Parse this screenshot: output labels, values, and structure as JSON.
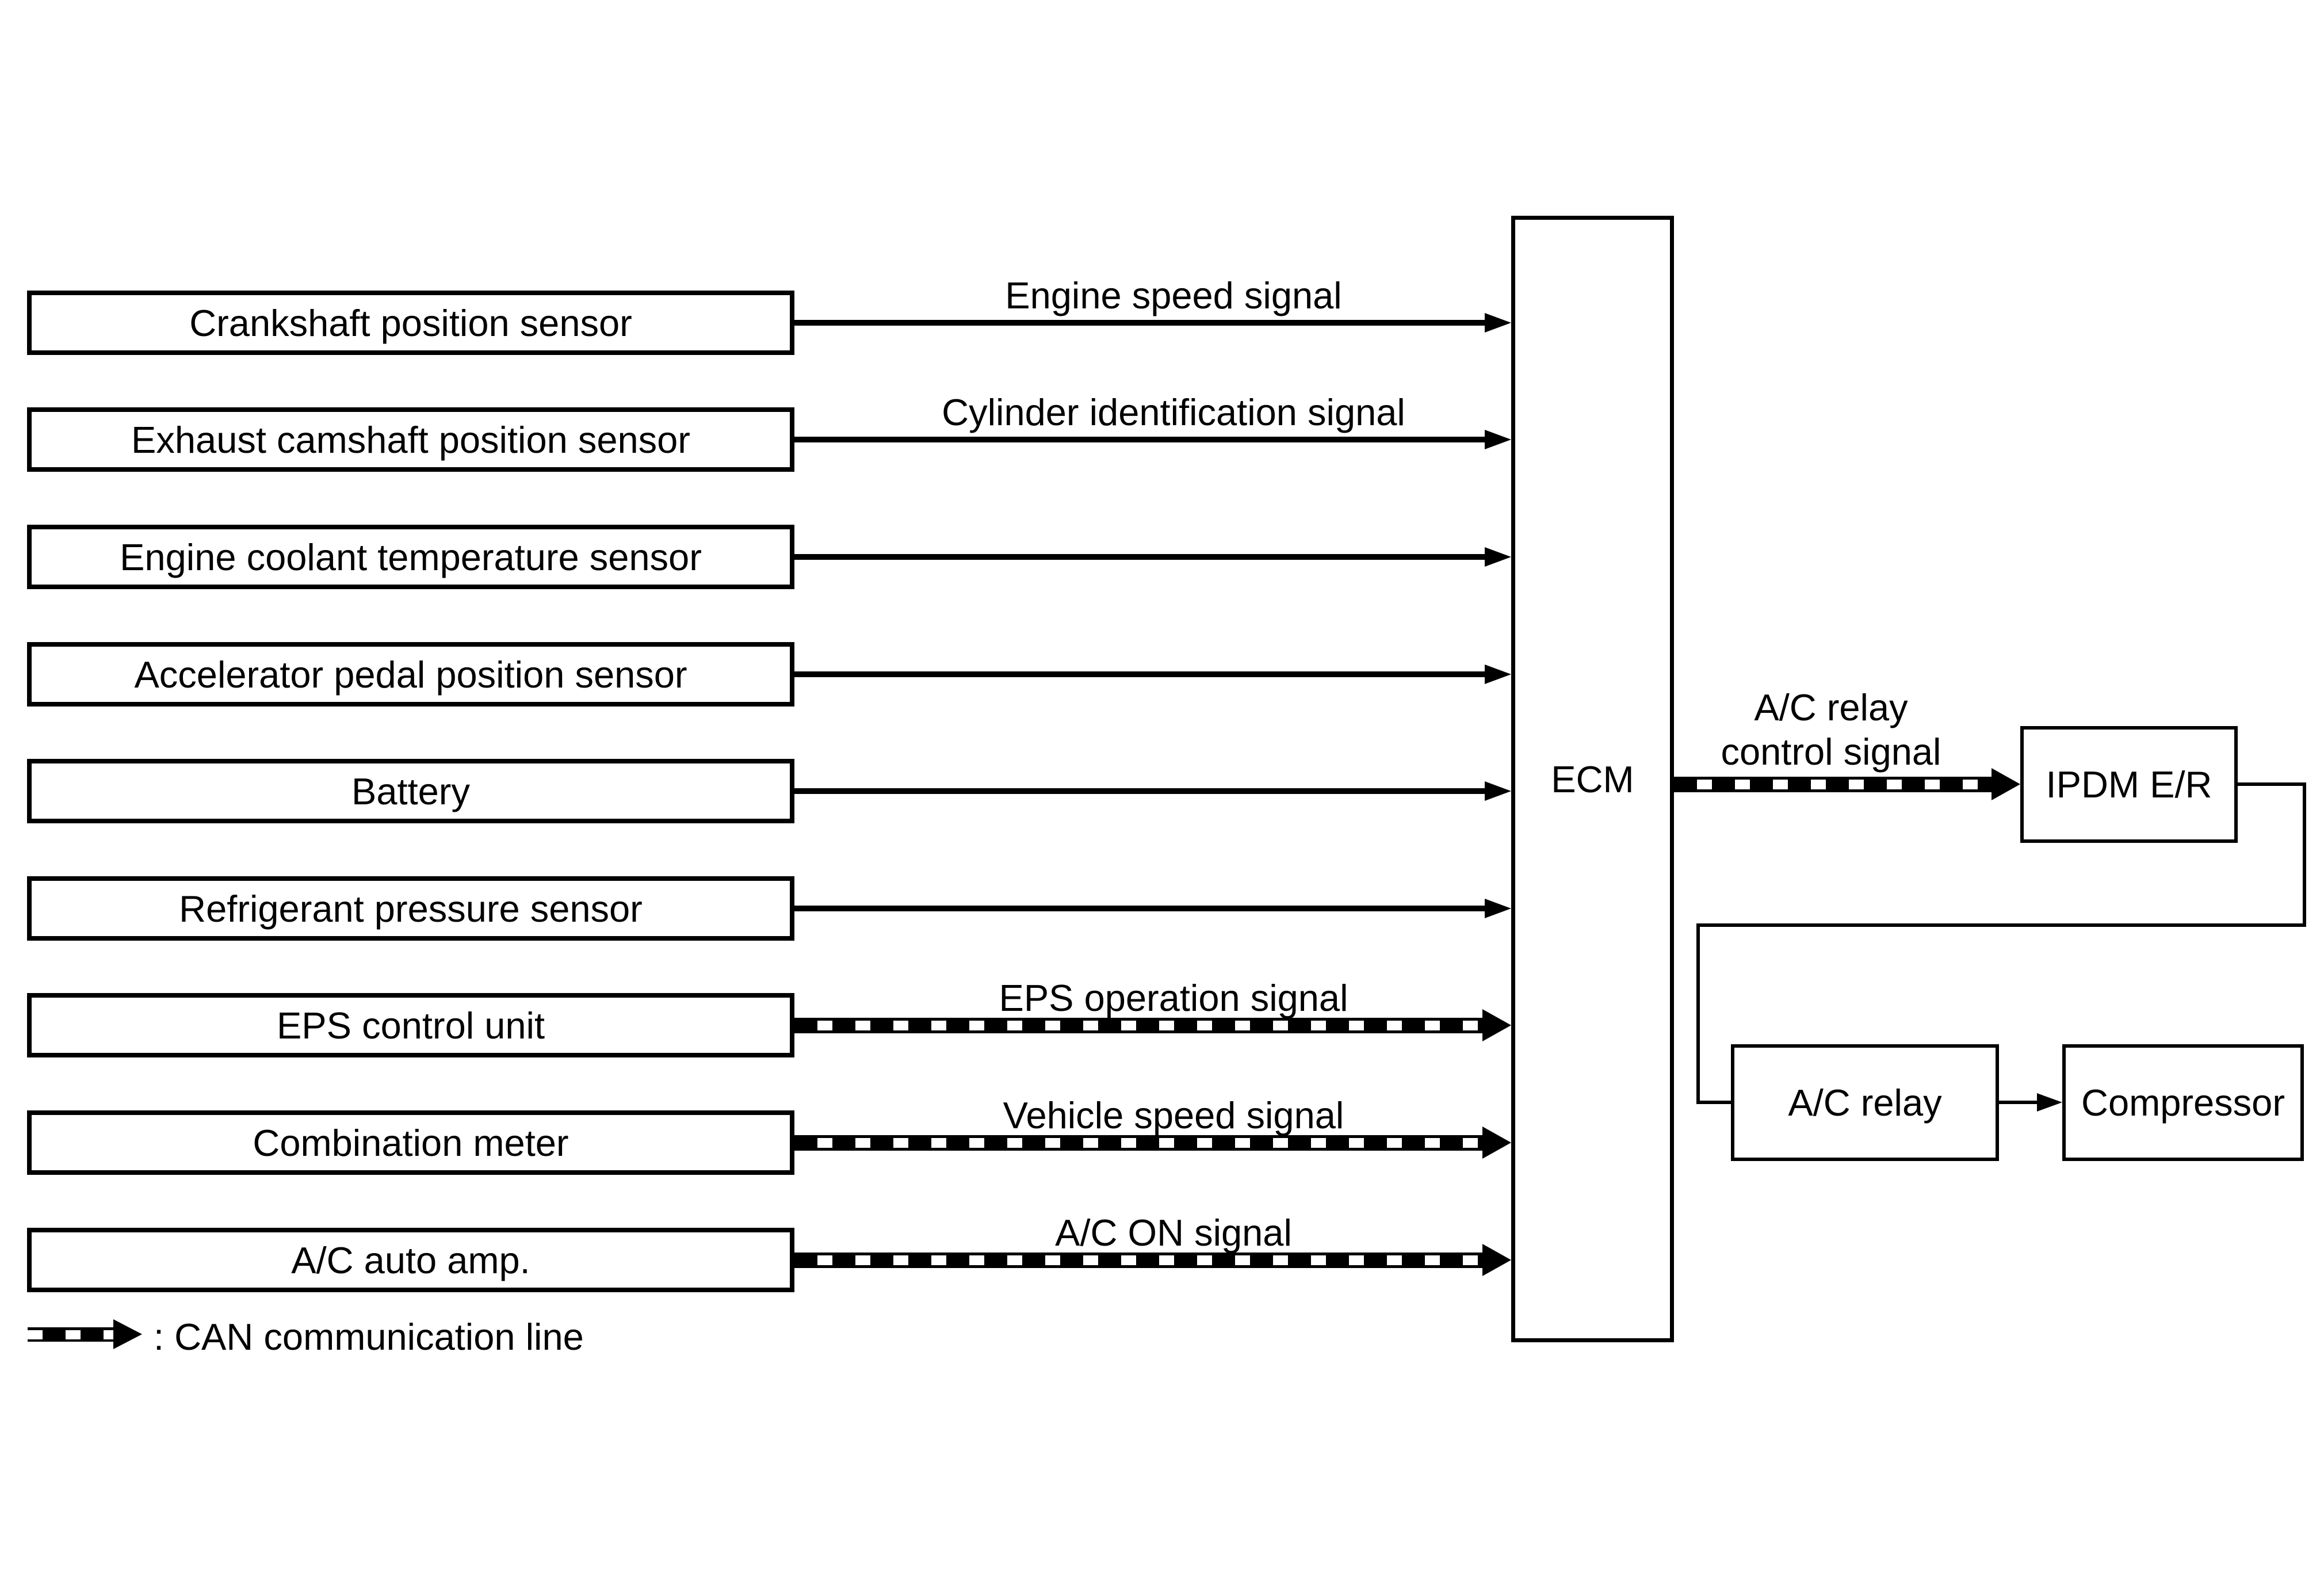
{
  "diagram": {
    "title_hint": "ECM A/C compressor control system diagram",
    "colors": {
      "ink": "#000000",
      "background": "#ffffff"
    },
    "sources": [
      {
        "label": "Crankshaft position sensor",
        "signal": "Engine speed signal",
        "line_type": "direct"
      },
      {
        "label": "Exhaust camshaft position sensor",
        "signal": "Cylinder identification signal",
        "line_type": "direct"
      },
      {
        "label": "Engine coolant temperature sensor",
        "signal": "",
        "line_type": "direct"
      },
      {
        "label": "Accelerator pedal position sensor",
        "signal": "",
        "line_type": "direct"
      },
      {
        "label": "Battery",
        "signal": "",
        "line_type": "direct"
      },
      {
        "label": "Refrigerant pressure sensor",
        "signal": "",
        "line_type": "direct"
      },
      {
        "label": "EPS control unit",
        "signal": "EPS operation signal",
        "line_type": "can"
      },
      {
        "label": "Combination meter",
        "signal": "Vehicle speed signal",
        "line_type": "can"
      },
      {
        "label": "A/C auto amp.",
        "signal": "A/C ON signal",
        "line_type": "can"
      }
    ],
    "ecm": {
      "label": "ECM"
    },
    "output": {
      "signal": "A/C relay\ncontrol signal",
      "ipdm_label": "IPDM E/R",
      "relay_label": "A/C relay",
      "compressor_label": "Compressor"
    },
    "legend": {
      "label": ": CAN communication line"
    }
  }
}
